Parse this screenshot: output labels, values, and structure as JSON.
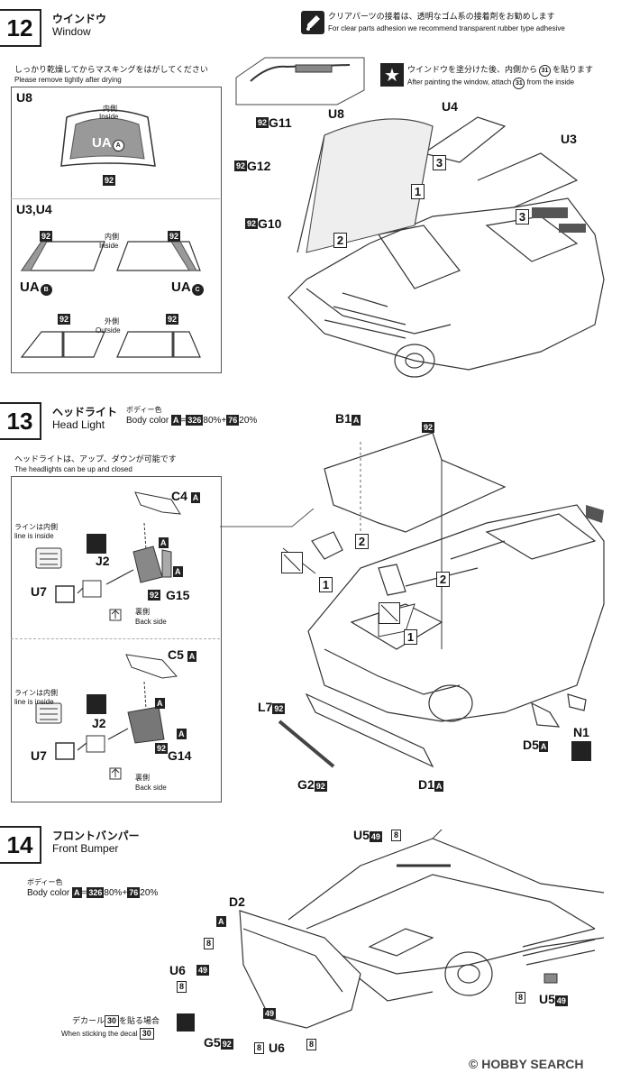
{
  "step12": {
    "number": "12",
    "title_jp": "ウインドウ",
    "title_en": "Window",
    "tip_jp": "クリアパーツの接着は、透明なゴム系の接着剤をお勧めします",
    "tip_en": "For clear parts adhesion we recommend transparent rubber type adhesive",
    "mask_jp": "しっかり乾燥してからマスキングをはがしてください",
    "mask_en": "Please remove tightly after drying",
    "paint_jp": "ウインドウを塗分けた後、内側から",
    "paint_jp2": "を貼ります",
    "paint_en": "After painting the window, attach",
    "paint_en2": "from the inside",
    "decal_num": "31",
    "u8": "U8",
    "inside_jp": "内側",
    "inside_en": "Inside",
    "ua_a": "UA",
    "ua_a_mark": "A",
    "ua_b": "UA",
    "ua_b_mark": "B",
    "ua_c": "UA",
    "ua_c_mark": "C",
    "u3u4": "U3,U4",
    "outside_jp": "外側",
    "outside_en": "Outside",
    "num92": "92",
    "g11": "G11",
    "g12": "G12",
    "g10": "G10",
    "u8_label": "U8",
    "u4_label": "U4",
    "u3_label": "U3",
    "seq1": "1",
    "seq2": "2",
    "seq3a": "3",
    "seq3b": "3"
  },
  "step13": {
    "number": "13",
    "title_jp": "ヘッドライト",
    "title_en": "Head Light",
    "color_jp": "ボディー色",
    "color_en": "Body color",
    "color_a": "A",
    "color_mix1": "326",
    "color_pct1": "80%+",
    "color_mix2": "76",
    "color_pct2": "20%",
    "note_jp": "ヘッドライトは、アップ、ダウンが可能です",
    "note_en": "The headlights can be up and closed",
    "line_jp": "ラインは内側",
    "line_en": "line is inside",
    "back_jp": "裏側",
    "back_en": "Back side",
    "c4": "C4",
    "c5": "C5",
    "j2": "J2",
    "u7": "U7",
    "g15": "G15",
    "g14": "G14",
    "a": "A",
    "b1": "B1",
    "l7": "L7",
    "g2": "G2",
    "d1": "D1",
    "d5": "D5",
    "n1": "N1",
    "seq1": "1",
    "seq2": "2"
  },
  "step14": {
    "number": "14",
    "title_jp": "フロントバンパー",
    "title_en": "Front Bumper",
    "color_jp": "ボディー色",
    "color_en": "Body color",
    "d2": "D2",
    "u6": "U6",
    "u5": "U5",
    "g5": "G5",
    "n8": "8",
    "n49": "49",
    "decal_jp": "デカール",
    "decal_jp2": "を貼る場合",
    "decal_en": "When sticking the decal",
    "decal_num": "30"
  },
  "watermark": {
    "copyright": "©",
    "brand": "HOBBY SEARCH"
  }
}
